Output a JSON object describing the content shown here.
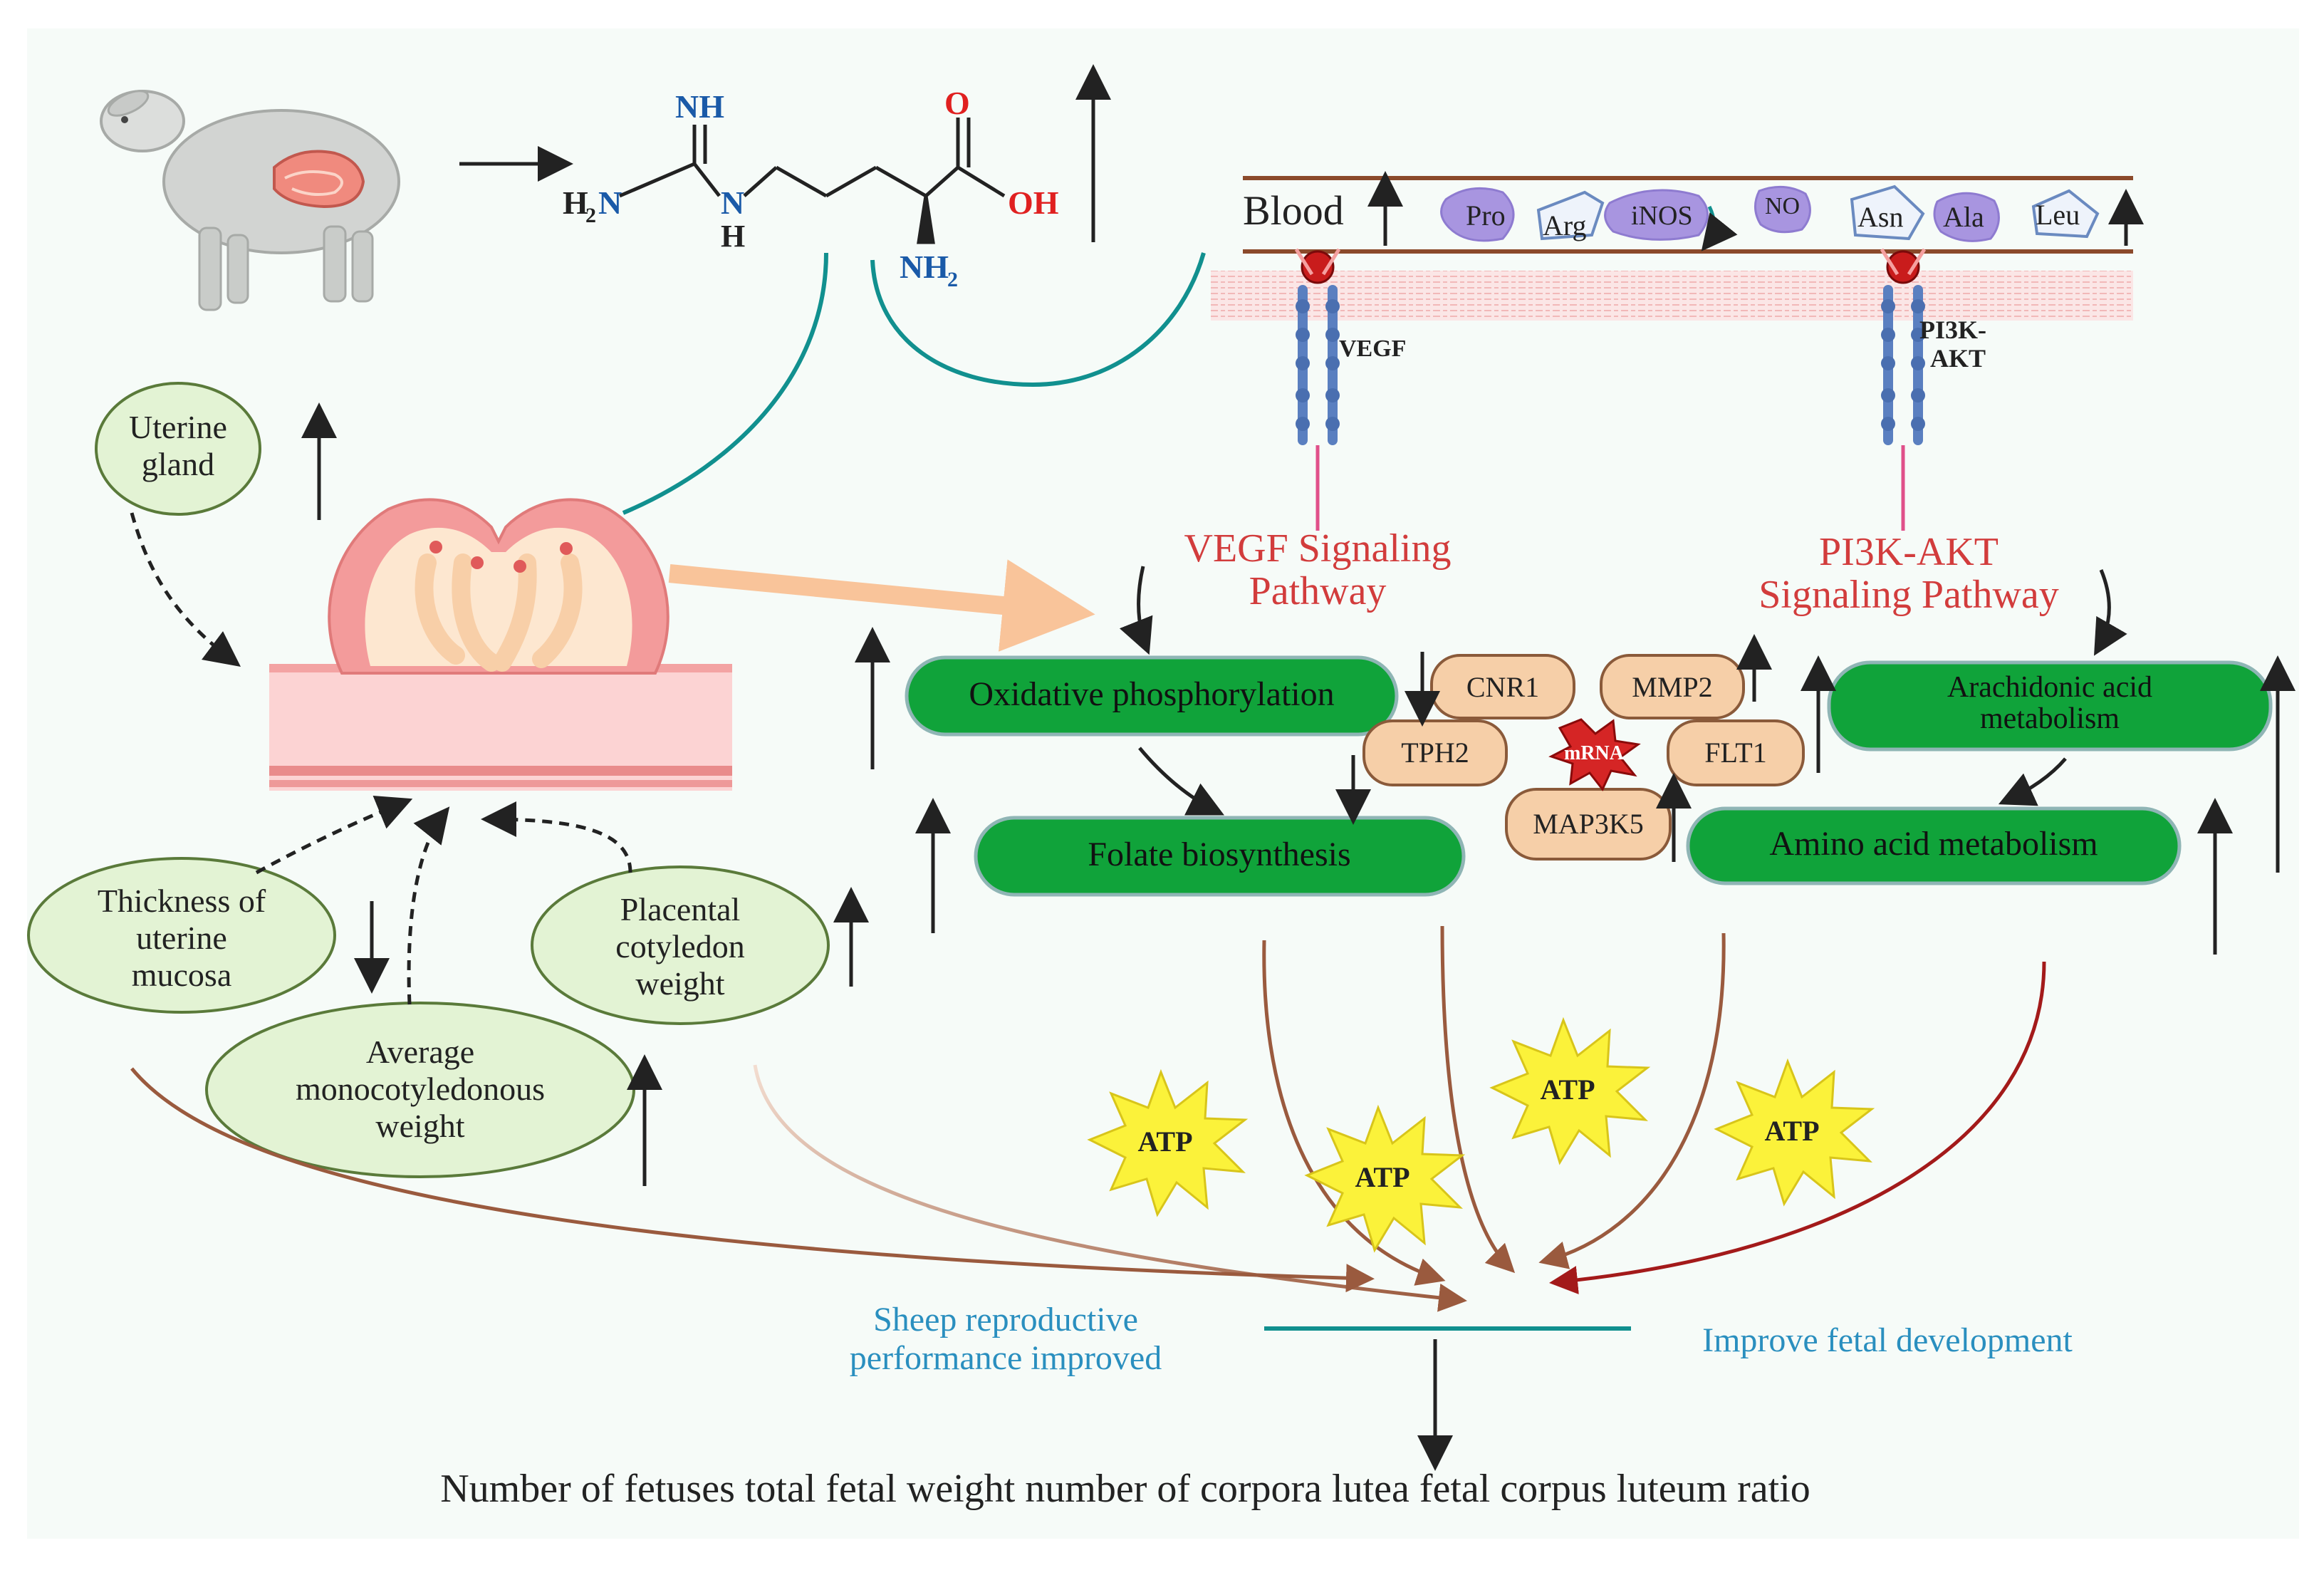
{
  "chem": {
    "nh": "NH",
    "o": "O",
    "h2n": "H",
    "h2n_sub": "2",
    "h2n_n": "N",
    "n": "N",
    "h": "H",
    "oh": "OH",
    "nh2": "NH",
    "nh2_sub": "2"
  },
  "blood": {
    "label": "Blood",
    "molecules": [
      "Pro",
      "Arg",
      "iNOS",
      "NO",
      "Asn",
      "Ala",
      "Leu"
    ]
  },
  "receptors": {
    "vegf": "VEGF",
    "pi3k_line1": "PI3K-",
    "pi3k_line2": "AKT"
  },
  "pathways": {
    "vegf_line1": "VEGF Signaling",
    "vegf_line2": "Pathway",
    "pi3k_line1": "PI3K-AKT",
    "pi3k_line2": "Signaling Pathway"
  },
  "boxes": {
    "oxphos": "Oxidative phosphorylation",
    "folate": "Folate biosynthesis",
    "arachidonic_line1": "Arachidonic acid",
    "arachidonic_line2": "metabolism",
    "amino": "Amino acid metabolism"
  },
  "genes": [
    "CNR1",
    "MMP2",
    "TPH2",
    "FLT1",
    "MAP3K5"
  ],
  "mrna": "mRNA",
  "atp": "ATP",
  "ovals": {
    "uterine_gland": [
      "Uterine",
      "gland"
    ],
    "thickness": [
      "Thickness of",
      "uterine",
      "mucosa"
    ],
    "placental": [
      "Placental",
      "cotyledon",
      "weight"
    ],
    "average": [
      "Average",
      "monocotyledonous",
      "weight"
    ]
  },
  "outcomes": {
    "sheep_line1": "Sheep reproductive",
    "sheep_line2": "performance improved",
    "fetal": "Improve fetal development",
    "bottom": "Number of fetuses  total fetal weight number of corpora lutea  fetal corpus luteum ratio"
  },
  "colors": {
    "box_green": "#10a33a",
    "oval_fill": "#e3f3d4",
    "oval_stroke": "#5a7a3a",
    "gene_fill": "#f6cfa8",
    "pathway_red": "#d23c3c",
    "teal": "#11908f",
    "outcome_blue": "#2a8fbf",
    "atp_fill": "#fbf23a",
    "vessel": "#8b4a2b",
    "brown_curve": "#9a5a3e",
    "dark_red": "#a31a1a",
    "chem_blue": "#1a5aa8",
    "chem_red": "#e02020"
  },
  "icons": [
    "sheep-icon",
    "uterus-icon",
    "cotyledon-icon",
    "receptor-icon",
    "atp-burst-icon",
    "mrna-burst-icon"
  ]
}
